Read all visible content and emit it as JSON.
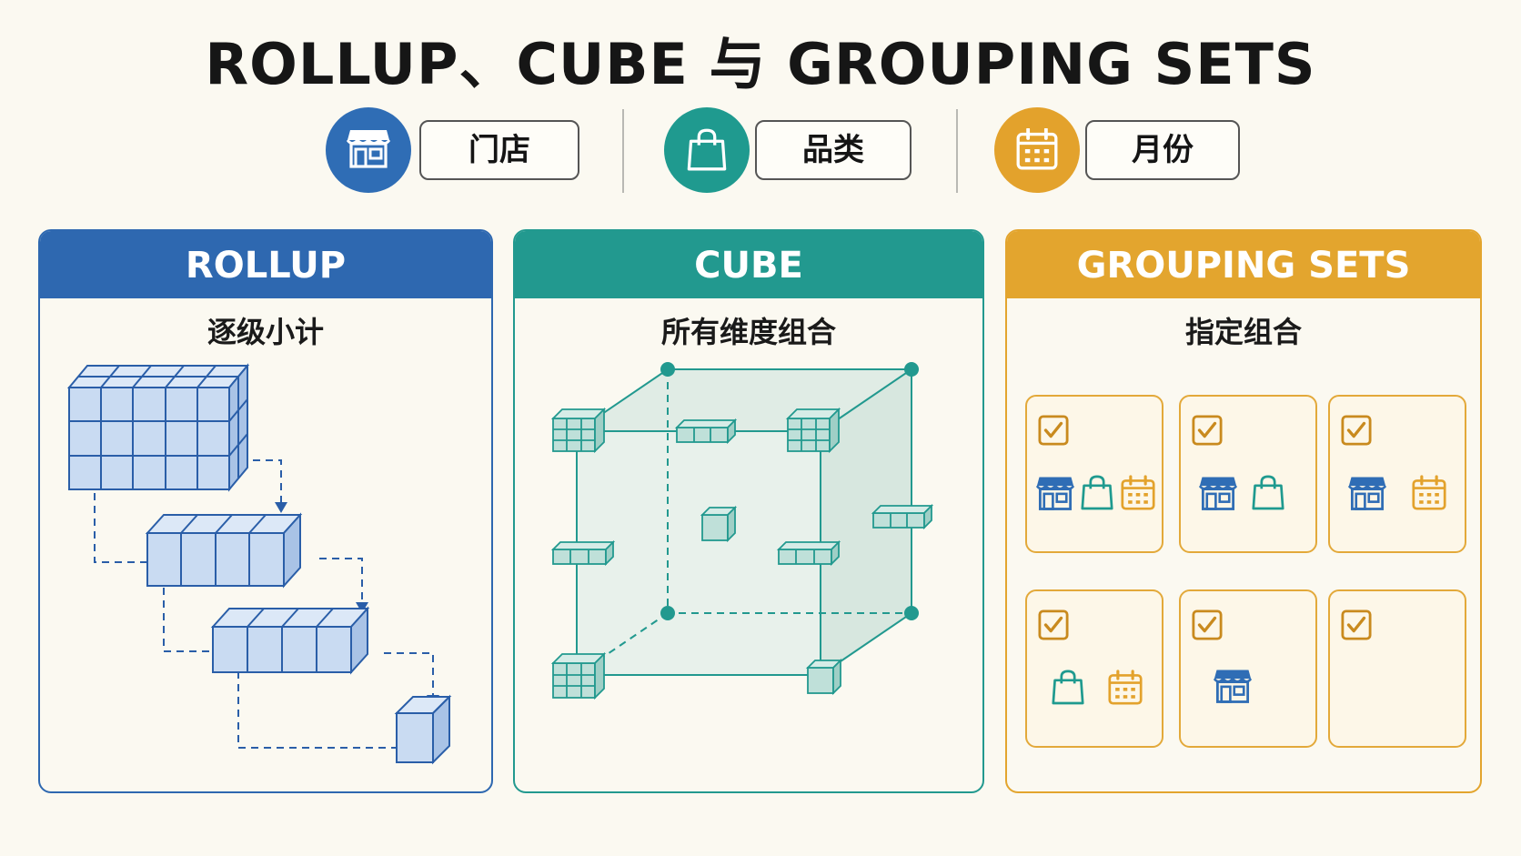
{
  "title": "ROLLUP、CUBE 与 GROUPING SETS",
  "dimensions": [
    {
      "label": "门店",
      "icon": "store-icon",
      "color": "#2f6db5"
    },
    {
      "label": "品类",
      "icon": "shopping-bag-icon",
      "color": "#1f9a8f"
    },
    {
      "label": "月份",
      "icon": "calendar-icon",
      "color": "#e3a22c"
    }
  ],
  "panels": {
    "rollup": {
      "title": "ROLLUP",
      "subtitle": "逐级小计",
      "color": "#2e68b0"
    },
    "cube": {
      "title": "CUBE",
      "subtitle": "所有维度组合",
      "color": "#22998f"
    },
    "grouping": {
      "title": "GROUPING SETS",
      "subtitle": "指定组合",
      "color": "#e3a52e"
    }
  },
  "grouping_sets": [
    [
      "store-icon",
      "shopping-bag-icon",
      "calendar-icon"
    ],
    [
      "store-icon",
      "shopping-bag-icon"
    ],
    [
      "store-icon",
      "calendar-icon"
    ],
    [
      "shopping-bag-icon",
      "calendar-icon"
    ],
    [
      "store-icon"
    ],
    []
  ]
}
